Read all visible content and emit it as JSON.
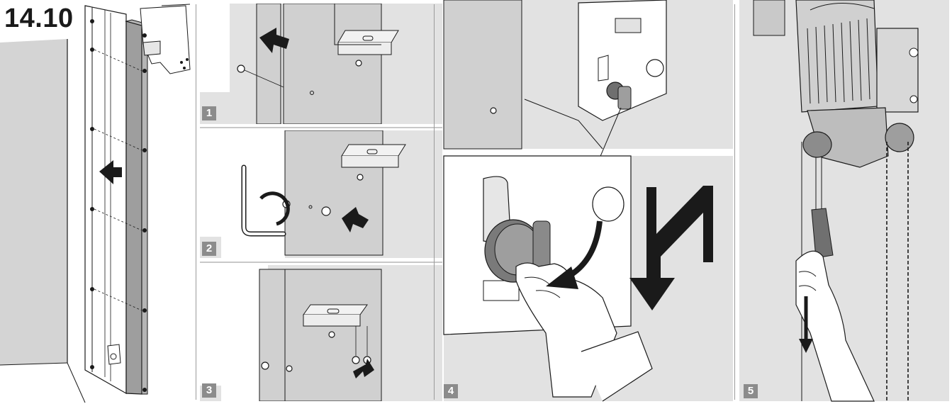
{
  "figure": {
    "number": "14.10"
  },
  "steps": [
    {
      "label": "1"
    },
    {
      "label": "2"
    },
    {
      "label": "3"
    },
    {
      "label": "4"
    },
    {
      "label": "5"
    }
  ],
  "icons": {
    "push_arrow": "push-arrow-icon",
    "rotate_arrow": "rotate-arrow-icon",
    "pull_arrow": "pull-arrow-icon",
    "zigzag_arrow": "zigzag-arrow-icon"
  },
  "colors": {
    "line": "#1a1a1a",
    "panel_grey": "#e2e2e2",
    "wall_grey": "#d4d4d4",
    "cover_grey": "#9e9e9e",
    "knob_grey": "#7a7a7a",
    "badge": "#8c8c8c"
  }
}
